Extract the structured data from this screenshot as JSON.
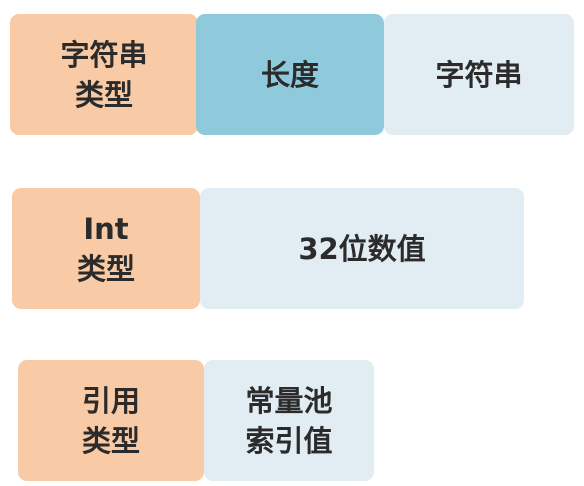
{
  "rows": [
    {
      "type_label": [
        "字符串",
        "类型"
      ],
      "fields": [
        {
          "label": "长度"
        },
        {
          "label": "字符串"
        }
      ]
    },
    {
      "type_label": [
        "Int",
        "类型"
      ],
      "fields": [
        {
          "label": "32位数值"
        }
      ]
    },
    {
      "type_label": [
        "引用",
        "类型"
      ],
      "fields": [
        {
          "label": "常量池索引值",
          "lines": [
            "常量池",
            "索引值"
          ]
        }
      ]
    }
  ],
  "colors": {
    "type_box": "#f8cba6",
    "length_box": "#8fc9dc",
    "value_box": "#e2ecf3",
    "text": "#2b2b2b"
  }
}
